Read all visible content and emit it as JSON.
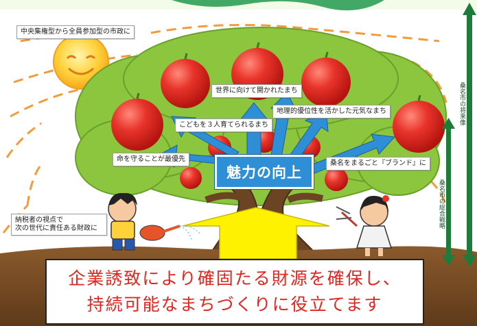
{
  "labels": {
    "top_left": "中央集権型から全員参加型の市政に",
    "world": "世界に向けて開かれたまち",
    "geography": "地理的優位性を活かした元気なまち",
    "children": "こどもを３人育てられるまち",
    "life": "命を守ることが最優先",
    "brand": "桑名をまるごと『ブランド』に",
    "taxpayer_line1": "納税者の視点で",
    "taxpayer_line2": "次の世代に責任ある財政に"
  },
  "central": "魅力の向上",
  "vertical": {
    "outer": "桑名市の将来像",
    "inner": "桑名市の総合戦略"
  },
  "callout": {
    "line1": "企業誘致により確固たる財源を確保し、",
    "line2": "持続可能なまちづくりに役立てます"
  },
  "colors": {
    "apple": "#e8342a",
    "foliage": "#8cc63f",
    "arrow_blue": "#2f8fd6",
    "yellow_arrow": "#fff200",
    "callout_text": "#e0261f",
    "green_arrow": "#1e7b3a",
    "sun": "#ffd23a"
  }
}
